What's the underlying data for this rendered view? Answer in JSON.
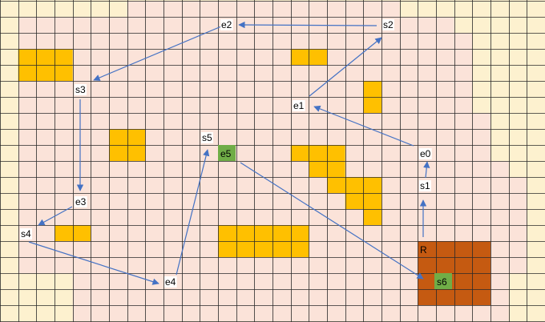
{
  "colors": {
    "background_light": "#fdf1cf",
    "background_pink": "#fbe3d9",
    "grid_line": "#2a2a2a",
    "obstacle": "#ffc000",
    "region_r": "#c55a11",
    "node_green": "#70ad47",
    "arrow": "#4472c4"
  },
  "labels": {
    "e2": "e2",
    "s2": "s2",
    "s3": "s3",
    "e1": "e1",
    "s5": "s5",
    "e5": "e5",
    "e0": "e0",
    "s1": "s1",
    "e3": "e3",
    "s4": "s4",
    "e4": "e4",
    "r": "R",
    "s6": "s6"
  }
}
